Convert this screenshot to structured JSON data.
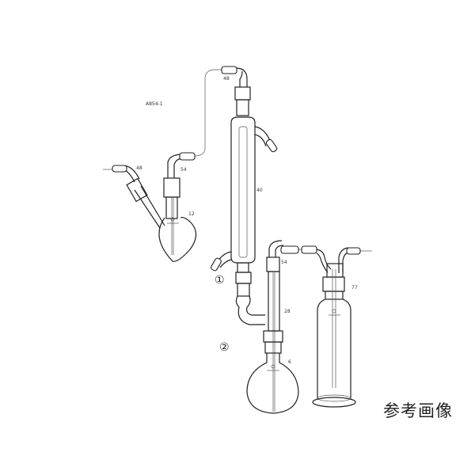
{
  "diagram": {
    "part_code": "A854-1",
    "labels": {
      "left_flask_side_hose": "48",
      "left_flask_top_hose": "54",
      "left_flask": "12",
      "condenser_top_hose": "48",
      "condenser": "40",
      "receiver_hose": "54",
      "receiver_tube": "28",
      "round_flask": "6",
      "washing_bottle": "77"
    },
    "joint_markers": [
      "①",
      "②"
    ]
  },
  "caption": "参考画像"
}
